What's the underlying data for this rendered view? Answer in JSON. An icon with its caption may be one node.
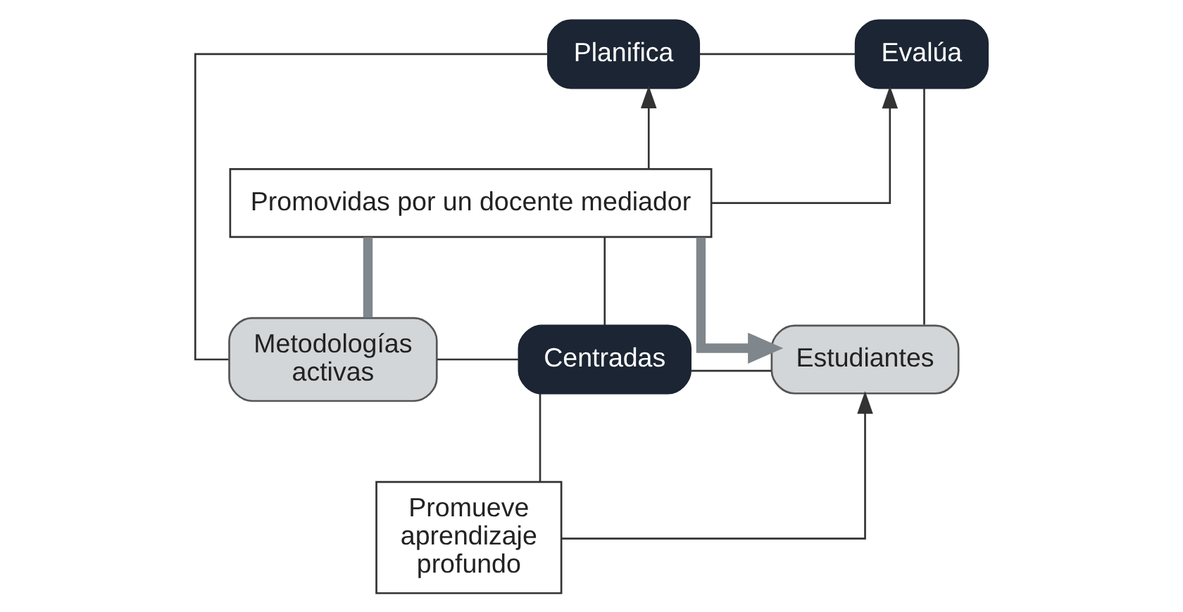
{
  "diagram": {
    "nodes": [
      {
        "text": [
          "Planifica"
        ]
      },
      {
        "text": [
          "Evalúa"
        ]
      },
      {
        "text": [
          "Promovidas por un docente mediador"
        ]
      },
      {
        "text": [
          "Metodologías activas"
        ]
      },
      {
        "text": [
          "Centradas"
        ]
      },
      {
        "text": [
          "Estudiantes"
        ]
      },
      {
        "text": [
          "Promueve aprendizaje profundo"
        ]
      }
    ],
    "edges": [
      {
        "from": 3,
        "to": 0,
        "arrow": "none"
      },
      {
        "from": 0,
        "to": 1,
        "arrow": "none"
      },
      {
        "from": 1,
        "to": 5,
        "arrow": "none"
      },
      {
        "from": 2,
        "to": 0,
        "arrow": "to"
      },
      {
        "from": 2,
        "to": 1,
        "arrow": "to"
      },
      {
        "from": 3,
        "to": 2,
        "arrow": "none",
        "style": "thick",
        "color": "#7f868c"
      },
      {
        "from": 2,
        "to": 5,
        "arrow": "to",
        "style": "thick",
        "color": "#7f868c"
      },
      {
        "from": 2,
        "to": 4,
        "arrow": "none"
      },
      {
        "from": 3,
        "to": 4,
        "arrow": "none"
      },
      {
        "from": 4,
        "to": 5,
        "arrow": "none"
      },
      {
        "from": 4,
        "to": 6,
        "arrow": "none"
      },
      {
        "from": 6,
        "to": 5,
        "arrow": "to"
      }
    ]
  }
}
